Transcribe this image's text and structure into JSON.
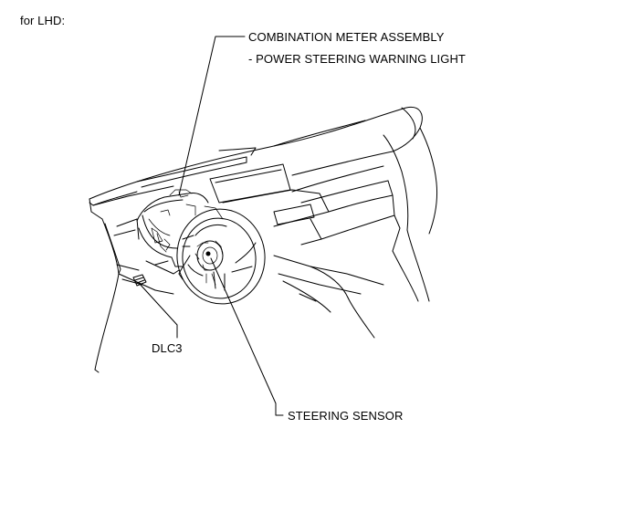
{
  "heading": "for LHD:",
  "callouts": {
    "combination_meter": "COMBINATION METER ASSEMBLY",
    "power_steering_light": "- POWER STEERING WARNING LIGHT",
    "dlc3": "DLC3",
    "steering_sensor": "STEERING SENSOR"
  }
}
